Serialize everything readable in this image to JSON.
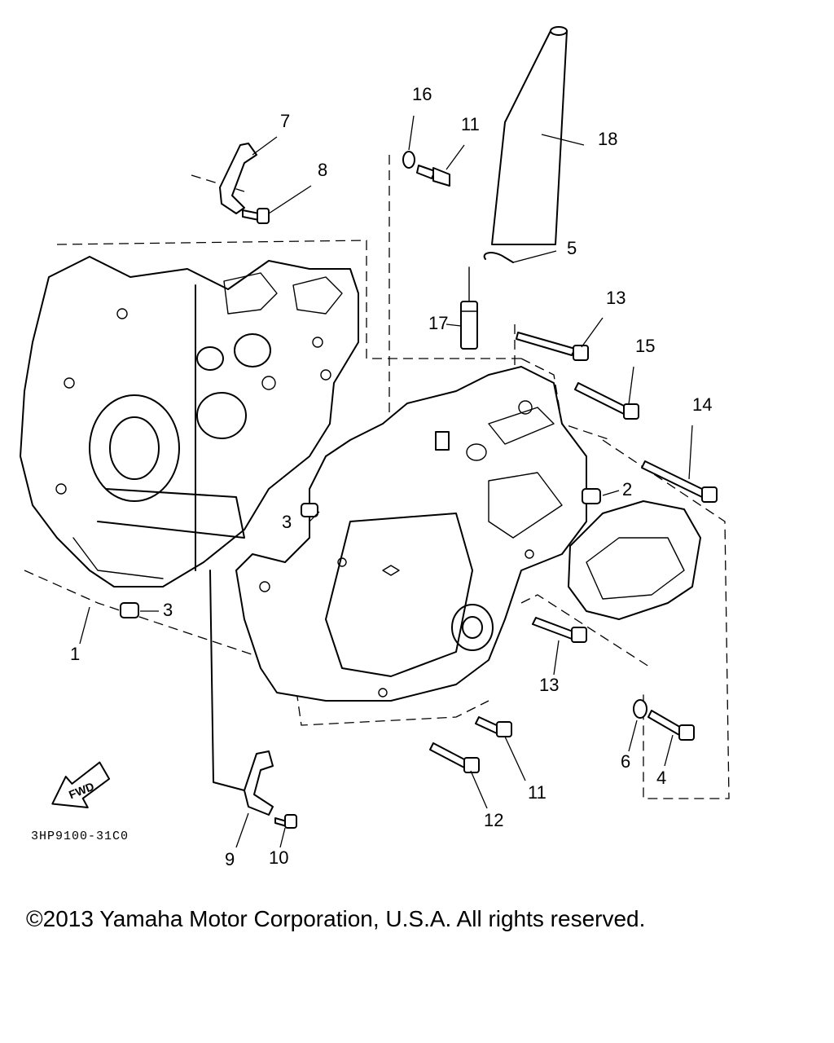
{
  "diagram": {
    "part_numbers": {
      "p1": "1",
      "p2": "2",
      "p3a": "3",
      "p3b": "3",
      "p4": "4",
      "p5": "5",
      "p6": "6",
      "p7": "7",
      "p8": "8",
      "p9": "9",
      "p10": "10",
      "p11a": "11",
      "p11b": "11",
      "p12": "12",
      "p13a": "13",
      "p13b": "13",
      "p14": "14",
      "p15": "15",
      "p16": "16",
      "p17": "17",
      "p18": "18"
    },
    "fwd_label": "FWD",
    "diagram_code": "3HP9100-31C0"
  },
  "footer": {
    "copyright": "©2013 Yamaha Motor Corporation, U.S.A. All rights reserved."
  }
}
